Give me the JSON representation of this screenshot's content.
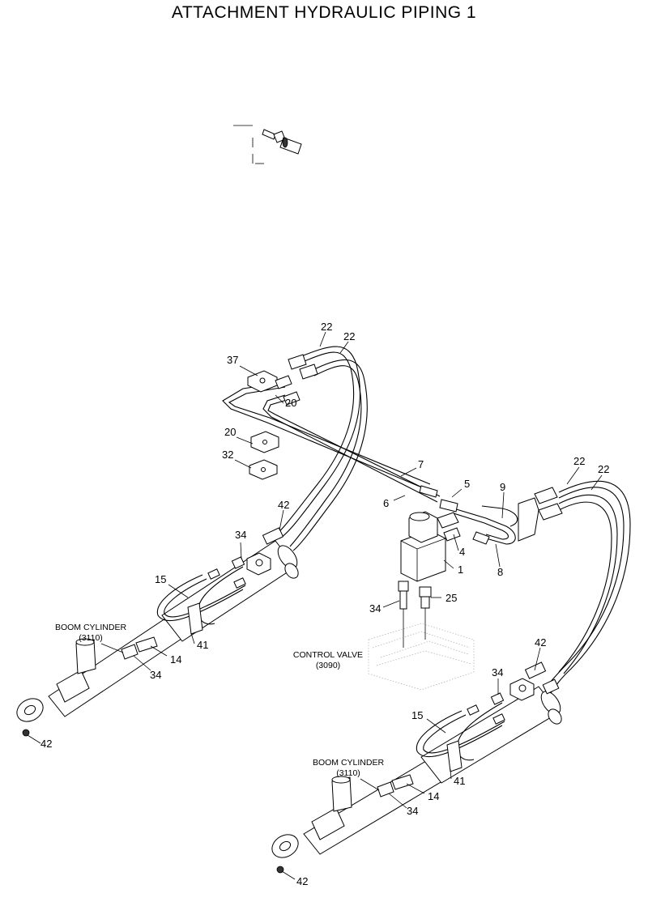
{
  "title": "ATTACHMENT HYDRAULIC PIPING 1",
  "callouts": {
    "c22a": "22",
    "c22b": "22",
    "c37": "37",
    "c20a": "20",
    "c20b": "20",
    "c32": "32",
    "c7": "7",
    "c6": "6",
    "c5": "5",
    "c9": "9",
    "c22c": "22",
    "c22d": "22",
    "c42a": "42",
    "c34a": "34",
    "c15a": "15",
    "c4": "4",
    "c8": "8",
    "c1": "1",
    "c34b": "34",
    "c25": "25",
    "c41a": "41",
    "c14a": "14",
    "c34c": "34",
    "c42b": "42",
    "c42c": "42",
    "c34d": "34",
    "c15b": "15",
    "c41b": "41",
    "c14b": "14",
    "c34e": "34",
    "c42d": "42"
  },
  "labels": {
    "boom1": "BOOM CYLINDER",
    "boom1_ref": "(3110)",
    "boom2": "BOOM CYLINDER",
    "boom2_ref": "(3110)",
    "control_valve": "CONTROL VALVE",
    "control_valve_ref": "(3090)"
  }
}
